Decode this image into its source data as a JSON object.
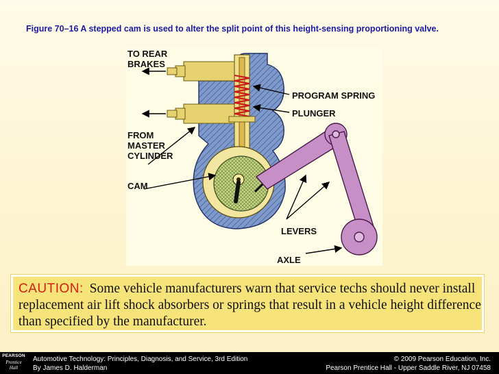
{
  "caption": "Figure 70–16  A stepped cam is used to alter the split point of this height-sensing proportioning valve.",
  "diagram": {
    "labels": {
      "to_rear_brakes": [
        "TO REAR",
        "BRAKES"
      ],
      "from_master_cylinder": [
        "FROM",
        "MASTER",
        "CYLINDER"
      ],
      "cam": "CAM",
      "program_spring": "PROGRAM SPRING",
      "plunger": "PLUNGER",
      "levers": "LEVERS",
      "axle": "AXLE"
    }
  },
  "caution": {
    "heading": "CAUTION:",
    "body": "Some vehicle manufacturers warn that service techs should never install replacement air lift shock absorbers or springs that result in a vehicle height difference than specified by the manufacturer."
  },
  "footer": {
    "logo_top": "PEARSON",
    "logo_bottom_1": "Prentice",
    "logo_bottom_2": "Hall",
    "book_title": "Automotive Technology: Principles, Diagnosis, and Service, 3rd Edition",
    "author": "By James D. Halderman",
    "copyright": "© 2009 Pearson Education, Inc.",
    "publisher": "Pearson Prentice Hall - Upper Saddle River, NJ 07458"
  }
}
